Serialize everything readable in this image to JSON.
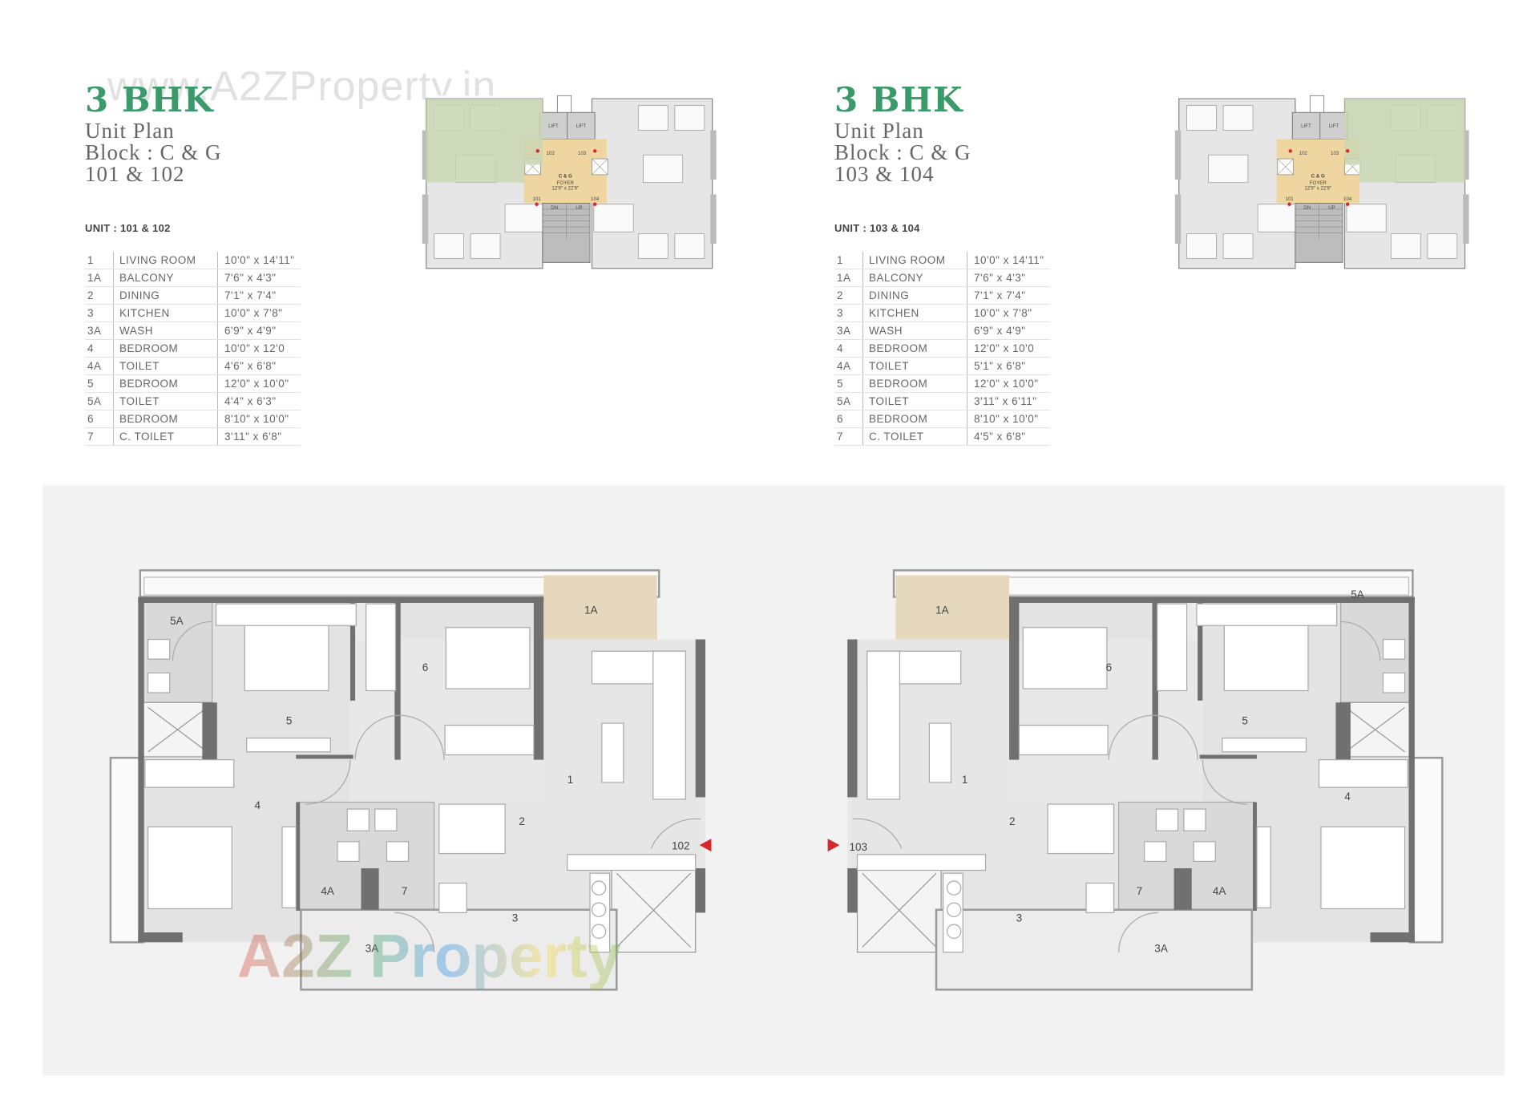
{
  "watermark_top": "www.A2ZProperty.in",
  "watermark_bottom": "A2Z Property",
  "colors": {
    "accent_green": "#3a9a6a",
    "entry_red": "#d8262c",
    "balcony_tan": "#e6d8bd",
    "foyer_tan": "#efd6a0",
    "highlight_green": "#c9d6b3"
  },
  "units": [
    {
      "title": "3 BHK",
      "subtitle": [
        "Unit Plan",
        "Block : C & G",
        "101 & 102"
      ],
      "unit_label": "UNIT : 101 & 102",
      "rooms": [
        {
          "num": "1",
          "name": "LIVING ROOM",
          "dim": "10'0\" x 14'11\""
        },
        {
          "num": "1A",
          "name": "BALCONY",
          "dim": "7'6\" x 4'3\""
        },
        {
          "num": "2",
          "name": "DINING",
          "dim": "7'1\" x 7'4\""
        },
        {
          "num": "3",
          "name": "KITCHEN",
          "dim": "10'0\" x 7'8\""
        },
        {
          "num": "3A",
          "name": "WASH",
          "dim": "6'9\" x 4'9\""
        },
        {
          "num": "4",
          "name": "BEDROOM",
          "dim": "10'0\" x 12'0"
        },
        {
          "num": "4A",
          "name": "TOILET",
          "dim": "4'6\" x 6'8\""
        },
        {
          "num": "5",
          "name": "BEDROOM",
          "dim": "12'0\" x 10'0\""
        },
        {
          "num": "5A",
          "name": "TOILET",
          "dim": "4'4\" x 6'3\""
        },
        {
          "num": "6",
          "name": "BEDROOM",
          "dim": "8'10\" x 10'0\""
        },
        {
          "num": "7",
          "name": "C. TOILET",
          "dim": "3'11\" x 6'8\""
        }
      ],
      "key_plan": {
        "lift1": "LIFT",
        "lift2": "LIFT",
        "block": "C & G",
        "foyer": "FOYER",
        "foyer_dim": "12'9\" x 22'9\"",
        "u101": "101",
        "u102": "102",
        "u103": "103",
        "u104": "104",
        "dn": "DN",
        "up": "UP",
        "highlighted_unit": "102"
      },
      "plan": {
        "entry": "102",
        "labels": {
          "r1": "1",
          "r1a": "1A",
          "r2": "2",
          "r3": "3",
          "r3a": "3A",
          "r4": "4",
          "r4a": "4A",
          "r5": "5",
          "r5a": "5A",
          "r6": "6",
          "r7": "7"
        }
      }
    },
    {
      "title": "3 BHK",
      "subtitle": [
        "Unit Plan",
        "Block : C & G",
        "103 & 104"
      ],
      "unit_label": "UNIT : 103 & 104",
      "rooms": [
        {
          "num": "1",
          "name": "LIVING ROOM",
          "dim": "10'0\" x 14'11\""
        },
        {
          "num": "1A",
          "name": "BALCONY",
          "dim": "7'6\" x 4'3\""
        },
        {
          "num": "2",
          "name": "DINING",
          "dim": "7'1\" x 7'4\""
        },
        {
          "num": "3",
          "name": "KITCHEN",
          "dim": "10'0\" x 7'8\""
        },
        {
          "num": "3A",
          "name": "WASH",
          "dim": "6'9\" x 4'9\""
        },
        {
          "num": "4",
          "name": "BEDROOM",
          "dim": "12'0\" x 10'0"
        },
        {
          "num": "4A",
          "name": "TOILET",
          "dim": "5'1\" x 6'8\""
        },
        {
          "num": "5",
          "name": "BEDROOM",
          "dim": "12'0\" x 10'0\""
        },
        {
          "num": "5A",
          "name": "TOILET",
          "dim": "3'11\" x 6'11\""
        },
        {
          "num": "6",
          "name": "BEDROOM",
          "dim": "8'10\" x 10'0\""
        },
        {
          "num": "7",
          "name": "C. TOILET",
          "dim": "4'5\" x 6'8\""
        }
      ],
      "key_plan": {
        "lift1": "LIFT",
        "lift2": "LIFT",
        "block": "C & G",
        "foyer": "FOYER",
        "foyer_dim": "12'9\" x 22'9\"",
        "u101": "101",
        "u102": "102",
        "u103": "103",
        "u104": "104",
        "dn": "DN",
        "up": "UP",
        "highlighted_unit": "103"
      },
      "plan": {
        "entry": "103",
        "labels": {
          "r1": "1",
          "r1a": "1A",
          "r2": "2",
          "r3": "3",
          "r3a": "3A",
          "r4": "4",
          "r4a": "4A",
          "r5": "5",
          "r5a": "5A",
          "r6": "6",
          "r7": "7"
        }
      }
    }
  ]
}
